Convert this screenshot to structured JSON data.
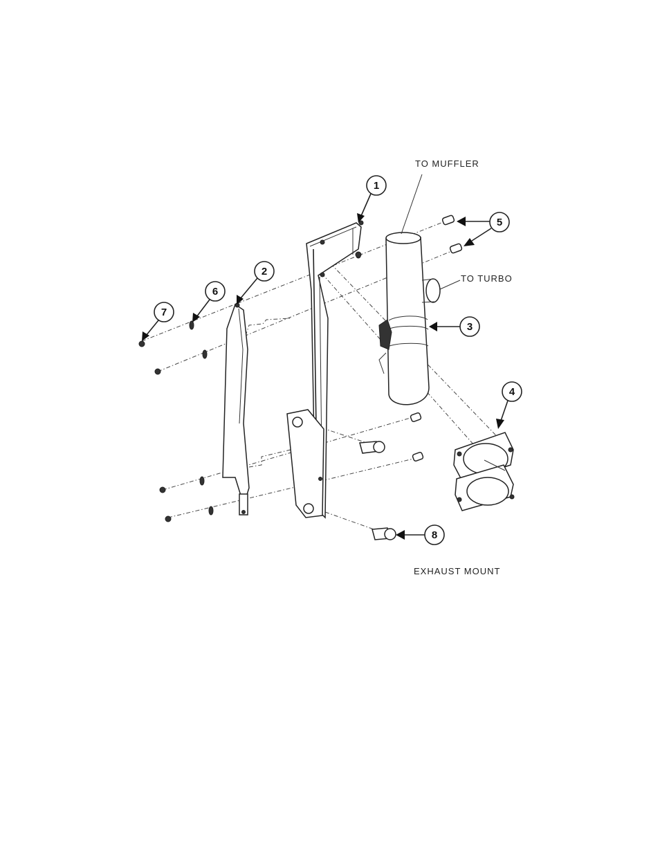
{
  "labels": {
    "to_muffler": "TO MUFFLER",
    "to_turbo": "TO TURBO",
    "exhaust_mount": "EXHAUST MOUNT"
  },
  "callouts": [
    "1",
    "2",
    "3",
    "4",
    "5",
    "6",
    "7",
    "8"
  ]
}
